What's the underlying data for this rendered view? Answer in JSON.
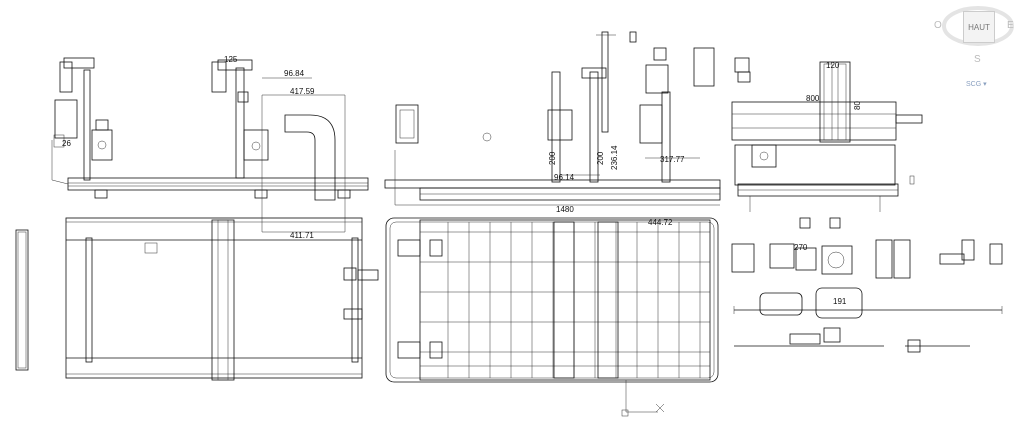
{
  "viewcube": {
    "face_label": "HAUT",
    "north": "",
    "west": "O",
    "east": "E",
    "south": "S",
    "wcs_label": "SCG"
  },
  "dimensions": {
    "d125": "125",
    "d96_84": "96.84",
    "d417_59": "417.59",
    "d26": "26",
    "d411_71": "411.71",
    "d200a": "200",
    "d200b": "200",
    "d96_14": "96.14",
    "d236_14": "236.14",
    "d317_77": "317.77",
    "d1480": "1480",
    "d444_72": "444.72",
    "d120": "120",
    "d800": "800",
    "d80": "80",
    "d270": "270",
    "d191": "191"
  },
  "colors": {
    "line": "#111111",
    "background": "#ffffff"
  }
}
